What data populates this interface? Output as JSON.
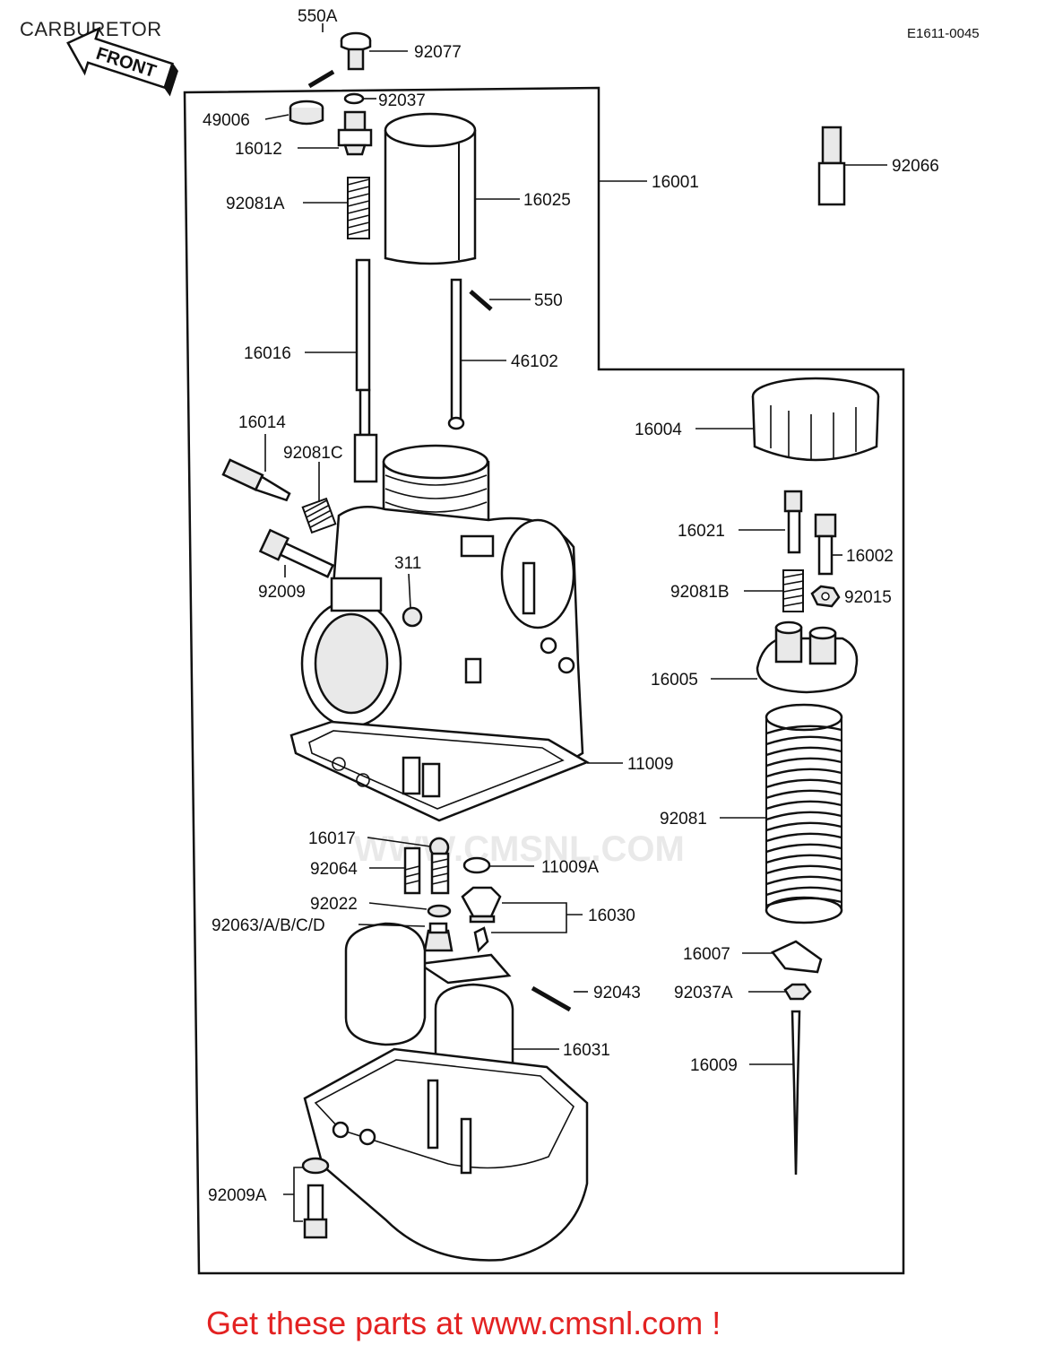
{
  "title": "CARBURETOR",
  "diagram_code": "E1611-0045",
  "front_label": "FRONT",
  "watermark": "WWW.CMSNL.COM",
  "footer": "Get these parts at www.cmsnl.com !",
  "callouts": {
    "p550A": "550A",
    "p92077": "92077",
    "p92037": "92037",
    "p49006": "49006",
    "p16012": "16012",
    "p92081A": "92081A",
    "p16025": "16025",
    "p16001": "16001",
    "p92066": "92066",
    "p550": "550",
    "p16016": "16016",
    "p46102": "46102",
    "p16004": "16004",
    "p16014": "16014",
    "p92081C": "92081C",
    "p16021": "16021",
    "p16002": "16002",
    "p311": "311",
    "p92009": "92009",
    "p92081B": "92081B",
    "p92015": "92015",
    "p16005": "16005",
    "p11009": "11009",
    "p92081": "92081",
    "p16017": "16017",
    "p92064": "92064",
    "p11009A": "11009A",
    "p92022": "92022",
    "p16030": "16030",
    "p92063": "92063/A/B/C/D",
    "p16007": "16007",
    "p92043": "92043",
    "p92037A": "92037A",
    "p16031": "16031",
    "p16009": "16009",
    "p92009A": "92009A"
  }
}
